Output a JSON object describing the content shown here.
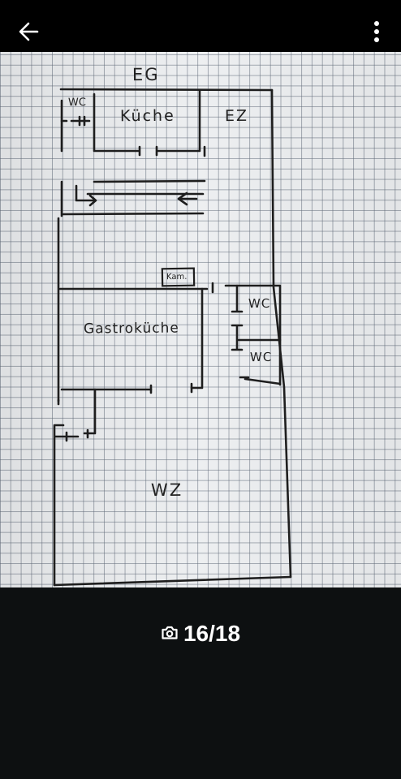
{
  "header": {
    "back_icon": "arrow-left-icon",
    "menu_icon": "more-vertical-icon"
  },
  "floorplan": {
    "floor_label": "EG",
    "rooms": {
      "wc_top": "WC",
      "kueche": "Küche",
      "ez": "EZ",
      "kamin": "Kam.",
      "gastrokueche": "Gastroküche",
      "wc_right_1": "WC",
      "wc_right_2": "WC",
      "wz": "WZ"
    }
  },
  "gallery": {
    "counter": "16/18",
    "counter_icon": "camera-icon"
  }
}
